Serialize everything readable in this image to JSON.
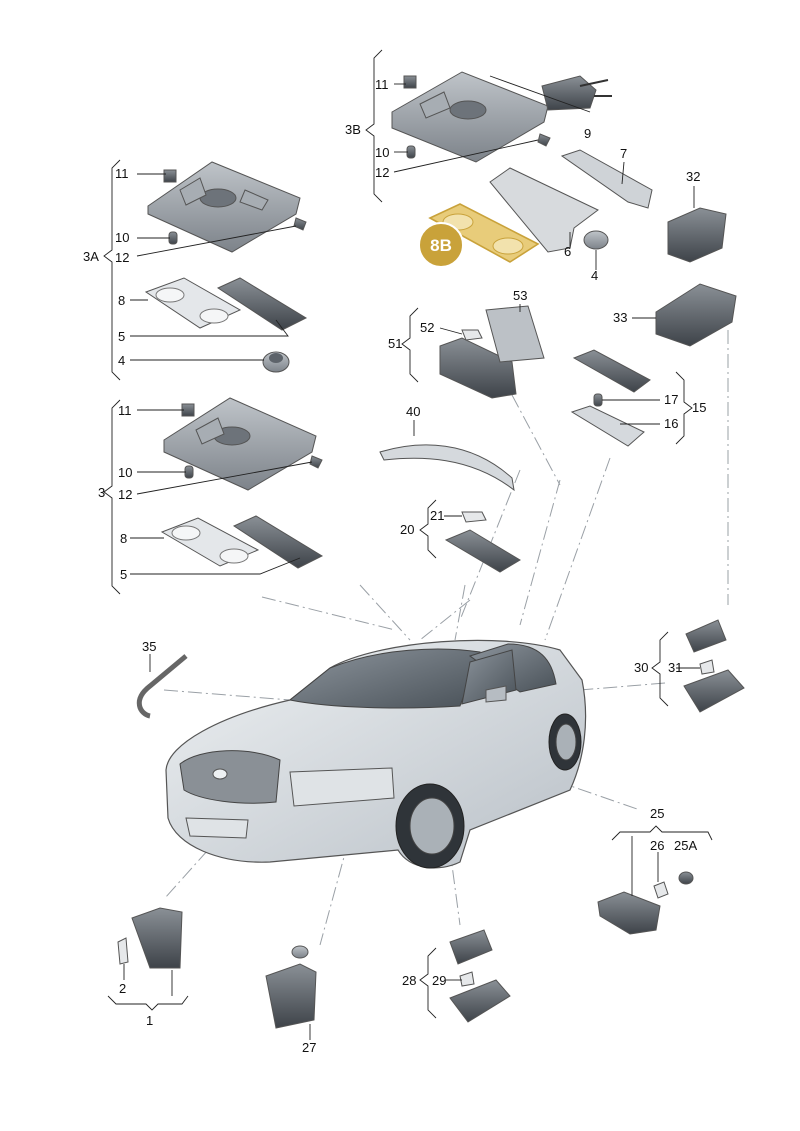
{
  "callouts": {
    "c3A": "3A",
    "c3B": "3B",
    "c3": "3",
    "c11a": "11",
    "c10a": "10",
    "c12a": "12",
    "c8a": "8",
    "c5a": "5",
    "c4a": "4",
    "c11b": "11",
    "c10b": "10",
    "c12b": "12",
    "c8b": "8",
    "c5b": "5",
    "c11c": "11",
    "c10c": "10",
    "c12c": "12",
    "c9": "9",
    "c7": "7",
    "c6": "6",
    "c4c": "4",
    "c32": "32",
    "c33": "33",
    "c8B": "8B",
    "c53": "53",
    "c52": "52",
    "c51": "51",
    "c40": "40",
    "c21": "21",
    "c20": "20",
    "c15": "15",
    "c17": "17",
    "c16": "16",
    "c35": "35",
    "c30": "30",
    "c31": "31",
    "c25": "25",
    "c26": "26",
    "c25A": "25A",
    "c2": "2",
    "c1": "1",
    "c27": "27",
    "c28": "28",
    "c29": "29"
  },
  "colors": {
    "highlight": "#c9a23a",
    "highlight_fill": "#e8cc7a",
    "part_gray": "#8f949a",
    "part_light": "#cfd3d7",
    "car_body": "#d4d9de",
    "glass": "#6e7780"
  }
}
